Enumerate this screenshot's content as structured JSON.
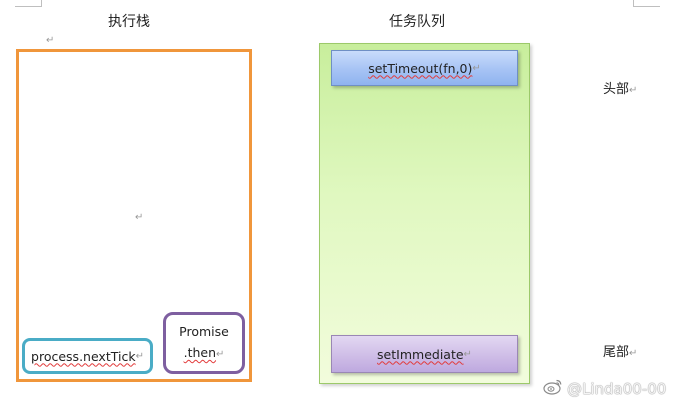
{
  "stack": {
    "title": "执行栈",
    "center_mark": "↵",
    "corner_mark": "↵",
    "nexttick_label": "process.nextTick",
    "promise_line1": "Promise",
    "promise_line2": ".then"
  },
  "queue": {
    "title": "任务队列",
    "head_item": "setTimeout(fn,0)",
    "tail_item": "setImmediate",
    "head_label": "头部",
    "tail_label": "尾部"
  },
  "paragraph_mark": "↵",
  "watermark": {
    "icon": "weibo-icon",
    "text": "@Linda00-00"
  },
  "colors": {
    "stack_border": "#f0963b",
    "nexttick_border": "#4aacc6",
    "promise_border": "#7e5fa0",
    "queue_fill": "#d6f4b0",
    "timeout_fill": "#a9c5f5",
    "immediate_fill": "#cdbbe6"
  }
}
